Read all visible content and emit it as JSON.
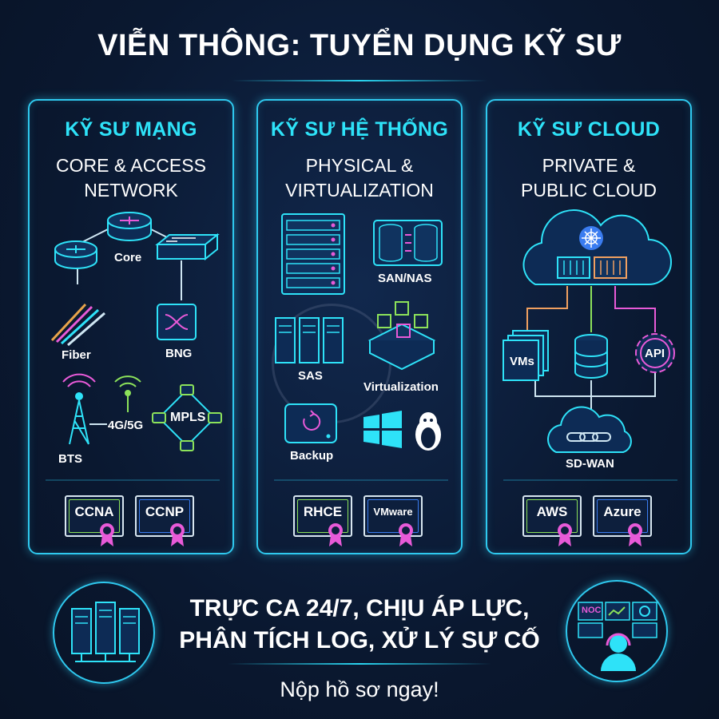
{
  "title": "VIỄN THÔNG: TUYỂN DỤNG KỸ SƯ",
  "panels": [
    {
      "title": "KỸ SƯ MẠNG",
      "subtitle_line1": "CORE & ACCESS",
      "subtitle_line2": "NETWORK",
      "labels": {
        "core": "Core",
        "fiber": "Fiber",
        "bng": "BNG",
        "bts": "BTS",
        "g45": "4G/5G",
        "mpls": "MPLS"
      },
      "certs": [
        "CCNA",
        "CCNP"
      ]
    },
    {
      "title": "KỸ SƯ HỆ THỐNG",
      "subtitle_line1": "PHYSICAL &",
      "subtitle_line2": "VIRTUALIZATION",
      "labels": {
        "san": "SAN/NAS",
        "sas": "SAS",
        "virt": "Virtualization",
        "backup": "Backup"
      },
      "certs": [
        "RHCE",
        "VMware"
      ]
    },
    {
      "title": "KỸ SƯ CLOUD",
      "subtitle_line1": "PRIVATE &",
      "subtitle_line2": "PUBLIC CLOUD",
      "labels": {
        "vms": "VMs",
        "api": "API",
        "sdwan": "SD-WAN"
      },
      "certs": [
        "AWS",
        "Azure"
      ]
    }
  ],
  "bottom": {
    "line1": "TRỰC CA 24/7, CHỊU ÁP LỰC,",
    "line2": "PHÂN TÍCH LOG, XỬ LÝ SỰ CỐ",
    "noc": "NOC",
    "cta": "Nộp hồ sơ ngay!"
  },
  "colors": {
    "accent": "#2ee2f8",
    "pink": "#e85ad8",
    "green": "#8ce25a",
    "orange": "#f0a060",
    "blue": "#3a7cf0"
  }
}
